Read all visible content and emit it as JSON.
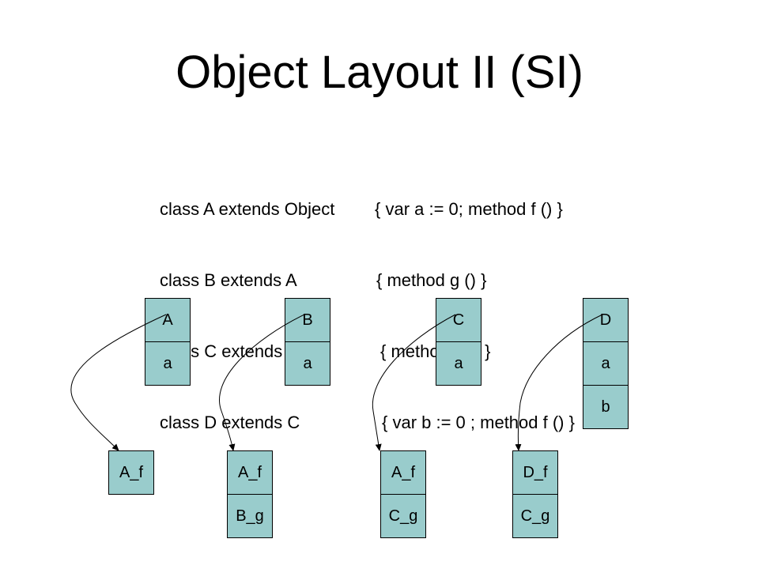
{
  "title": "Object Layout II (SI)",
  "code": [
    {
      "cls": "class A extends Object",
      "body": "{ var a := 0; method f () }"
    },
    {
      "cls": "class B extends A",
      "body": "{ method g () }"
    },
    {
      "cls": "class C extends B",
      "body": "{ method g () }"
    },
    {
      "cls": "class D extends C",
      "body": "{ var b := 0 ; method f () }"
    }
  ],
  "objects": [
    {
      "name": "A",
      "fields": [
        "a"
      ]
    },
    {
      "name": "B",
      "fields": [
        "a"
      ]
    },
    {
      "name": "C",
      "fields": [
        "a"
      ]
    },
    {
      "name": "D",
      "fields": [
        "a",
        "b"
      ]
    }
  ],
  "vtables": [
    {
      "entries": [
        "A_f"
      ]
    },
    {
      "entries": [
        "A_f",
        "B_g"
      ]
    },
    {
      "entries": [
        "A_f",
        "C_g"
      ]
    },
    {
      "entries": [
        "D_f",
        "C_g"
      ]
    }
  ],
  "colors": {
    "cell": "#99cccc",
    "stroke": "#000000"
  }
}
